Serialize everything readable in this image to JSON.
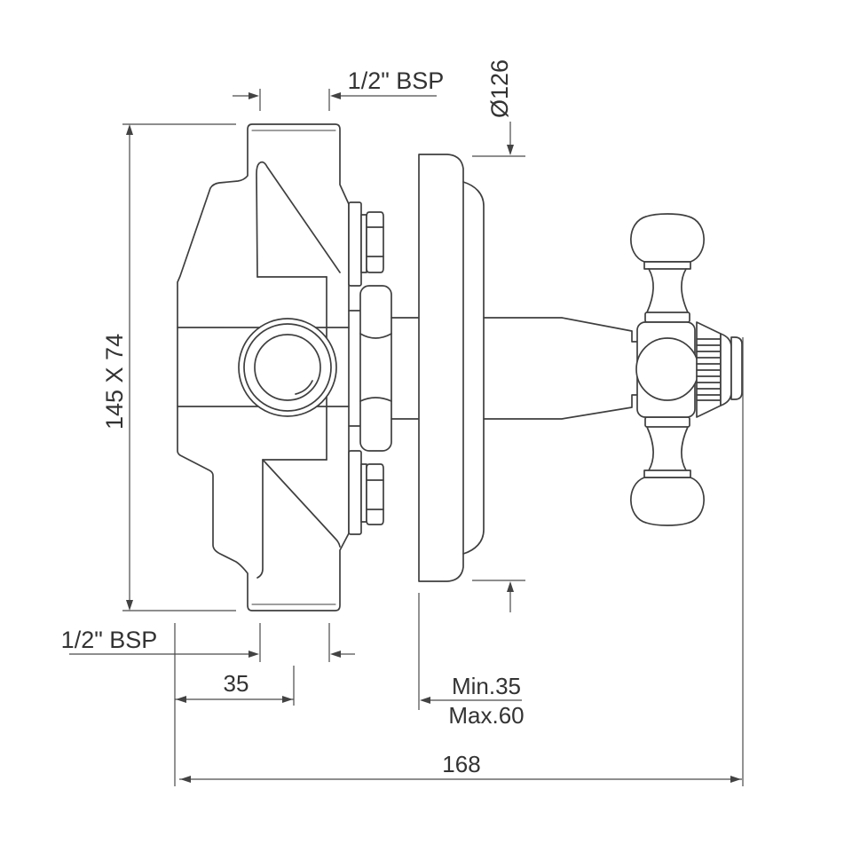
{
  "drawing": {
    "background": "#ffffff",
    "line_color": "#3f3f3f",
    "dimension_color": "#4a4a4a",
    "text_color": "#333333",
    "labels": {
      "top_thread": "1/2\" BSP",
      "flange_diameter": "Ø126",
      "rough_in_size": "145 X 74",
      "bottom_thread": "1/2\" BSP",
      "pipe_center_offset": "35",
      "depth_min": "Min.35",
      "depth_max": "Max.60",
      "overall_length": "168"
    }
  }
}
